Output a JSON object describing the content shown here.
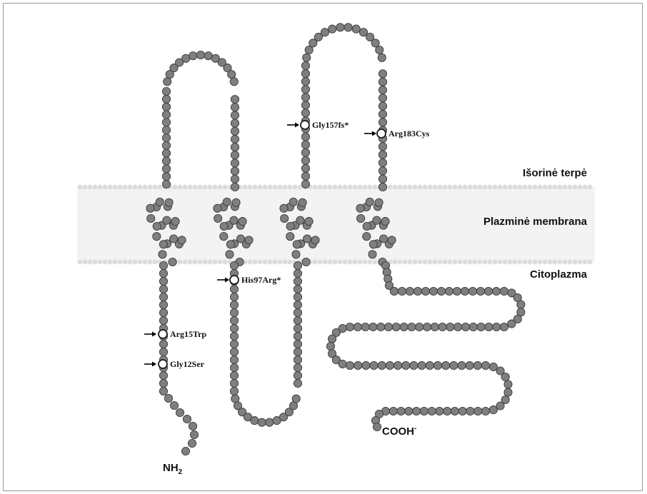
{
  "regions": {
    "extracellular": "Išorinė terpė",
    "membrane": "Plazminė membrana",
    "cytoplasm": "Citoplazma"
  },
  "termini": {
    "n_main": "NH",
    "n_sub": "2",
    "c_main": "COOH",
    "c_sup": "-"
  },
  "mutations": [
    {
      "label": "Arg15Trp",
      "key": "arg15trp"
    },
    {
      "label": "Gly12Ser",
      "key": "gly12ser"
    },
    {
      "label": "His97Arg*",
      "key": "his97arg"
    },
    {
      "label": "Gly157fs*",
      "key": "gly157fs"
    },
    {
      "label": "Arg183Cys",
      "key": "arg183cys"
    }
  ],
  "colors": {
    "bead": "#7f7f7f",
    "membrane_band": "#f3f3f3",
    "lipid_head": "#dcdcdc"
  }
}
